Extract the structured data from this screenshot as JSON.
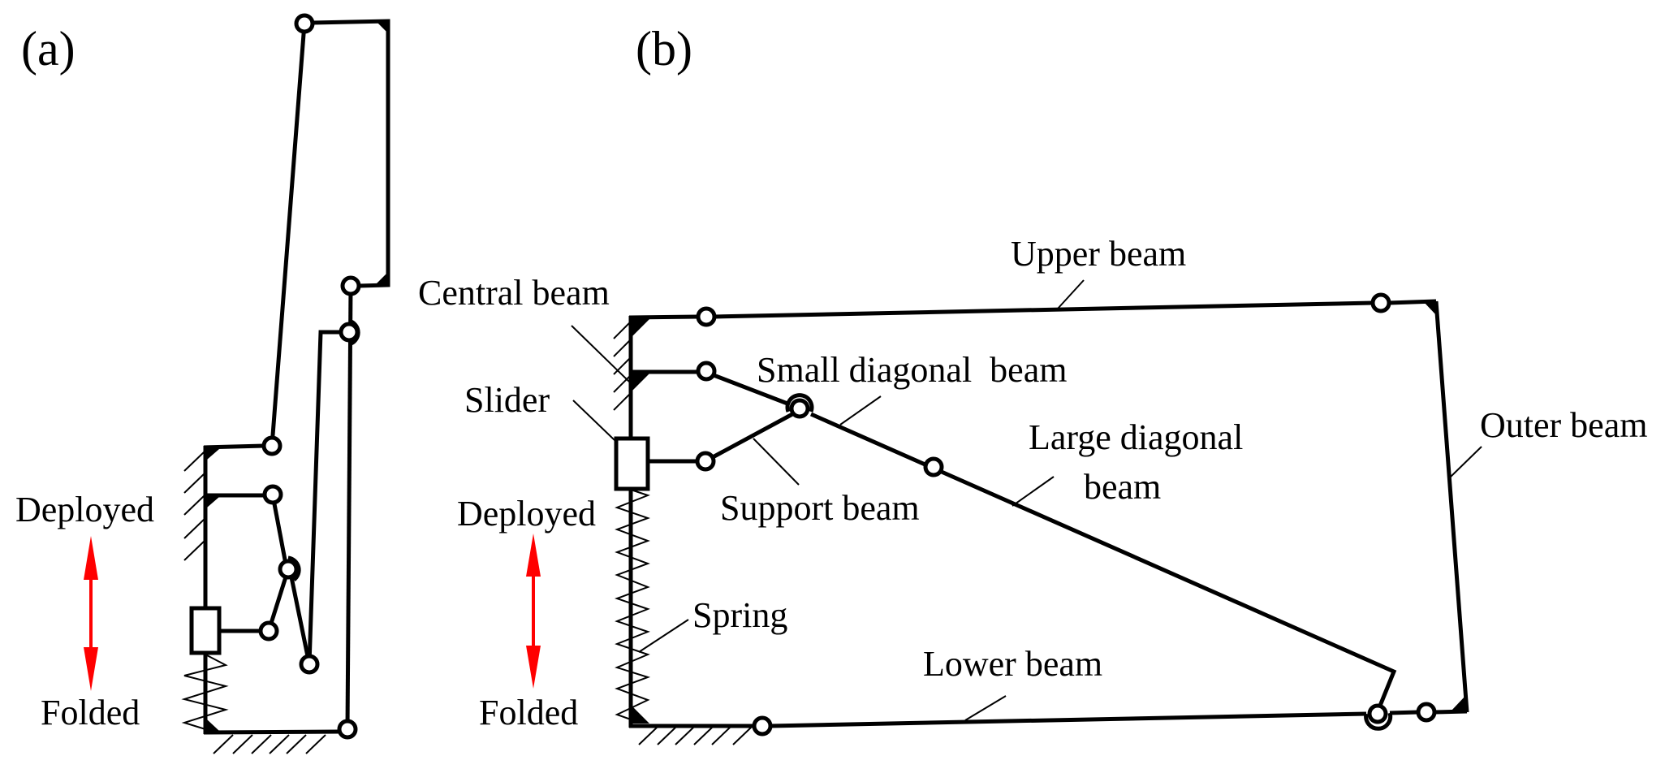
{
  "figure": {
    "panels": [
      {
        "id": "a",
        "label": "(a)"
      },
      {
        "id": "b",
        "label": "(b)"
      }
    ],
    "motion": {
      "deployed_label": "Deployed",
      "folded_label": "Folded",
      "arrow_color": "#ff0000"
    },
    "panel_a": {
      "deployed": "Deployed",
      "folded": "Folded"
    },
    "panel_b": {
      "deployed": "Deployed",
      "folded": "Folded",
      "components": {
        "upper_beam": "Upper beam",
        "central_beam": "Central beam",
        "small_diagonal_beam": "Small diagonal  beam",
        "slider": "Slider",
        "large_diagonal_beam_line1": "Large diagonal",
        "large_diagonal_beam_line2": "beam",
        "outer_beam": "Outer beam",
        "support_beam": "Support beam",
        "spring": "Spring",
        "lower_beam": "Lower beam"
      }
    },
    "colors": {
      "line": "#000000",
      "background": "#ffffff",
      "arrow": "#ff0000"
    }
  }
}
